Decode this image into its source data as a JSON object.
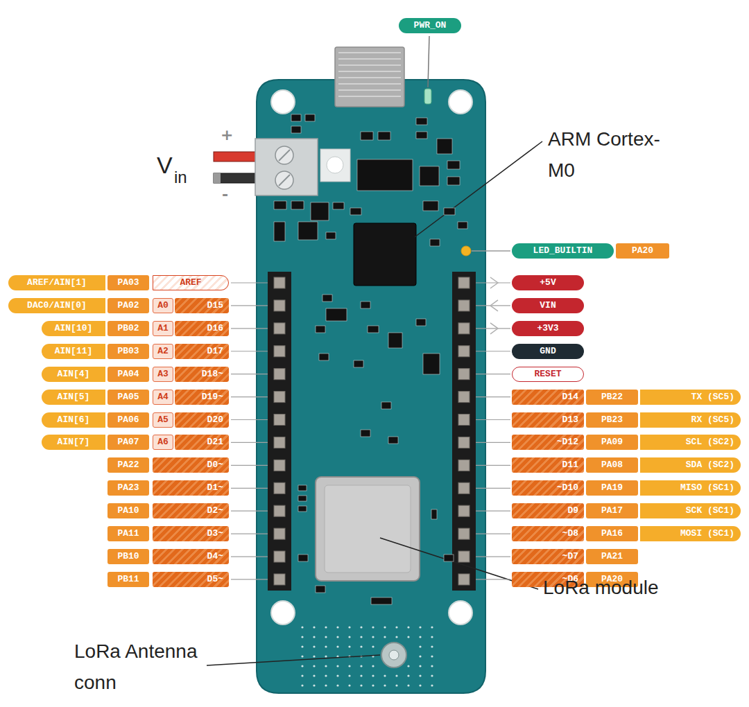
{
  "diagram": {
    "labels": [
      "PWR_ON",
      "ARM Cortex-M0",
      "V",
      "in",
      "+",
      "-",
      "LED_BUILTIN",
      "PA20",
      "AREF/AIN[1]",
      "PA03",
      "AREF",
      "DAC0/AIN[0]",
      "PA02",
      "A0",
      "D15",
      "AIN[10]",
      "PB02",
      "A1",
      "D16",
      "AIN[11]",
      "PB03",
      "A2",
      "D17",
      "AIN[4]",
      "PA04",
      "A3",
      "D18~",
      "AIN[5]",
      "PA05",
      "A4",
      "D19~",
      "AIN[6]",
      "PA06",
      "A5",
      "D20",
      "AIN[7]",
      "PA07",
      "A6",
      "D21",
      "PA22",
      "D0~",
      "PA23",
      "D1~",
      "PA10",
      "D2~",
      "PA11",
      "D3~",
      "PB10",
      "D4~",
      "PB11",
      "D5~",
      "+5V",
      "VIN",
      "+3V3",
      "GND",
      "RESET",
      "D14",
      "PB22",
      "TX (SC5)",
      "D13",
      "PB23",
      "RX (SC5)",
      "~D12",
      "PA09",
      "SCL (SC2)",
      "D11",
      "PA08",
      "SDA (SC2)",
      "~D10",
      "PA19",
      "MISO (SC1)",
      "D9",
      "PA17",
      "SCK (SC1)",
      "~D8",
      "PA16",
      "MOSI (SC1)",
      "~D7",
      "PA21",
      "~D6",
      "PA20",
      "LoRa module",
      "LoRa Antenna conn"
    ]
  }
}
